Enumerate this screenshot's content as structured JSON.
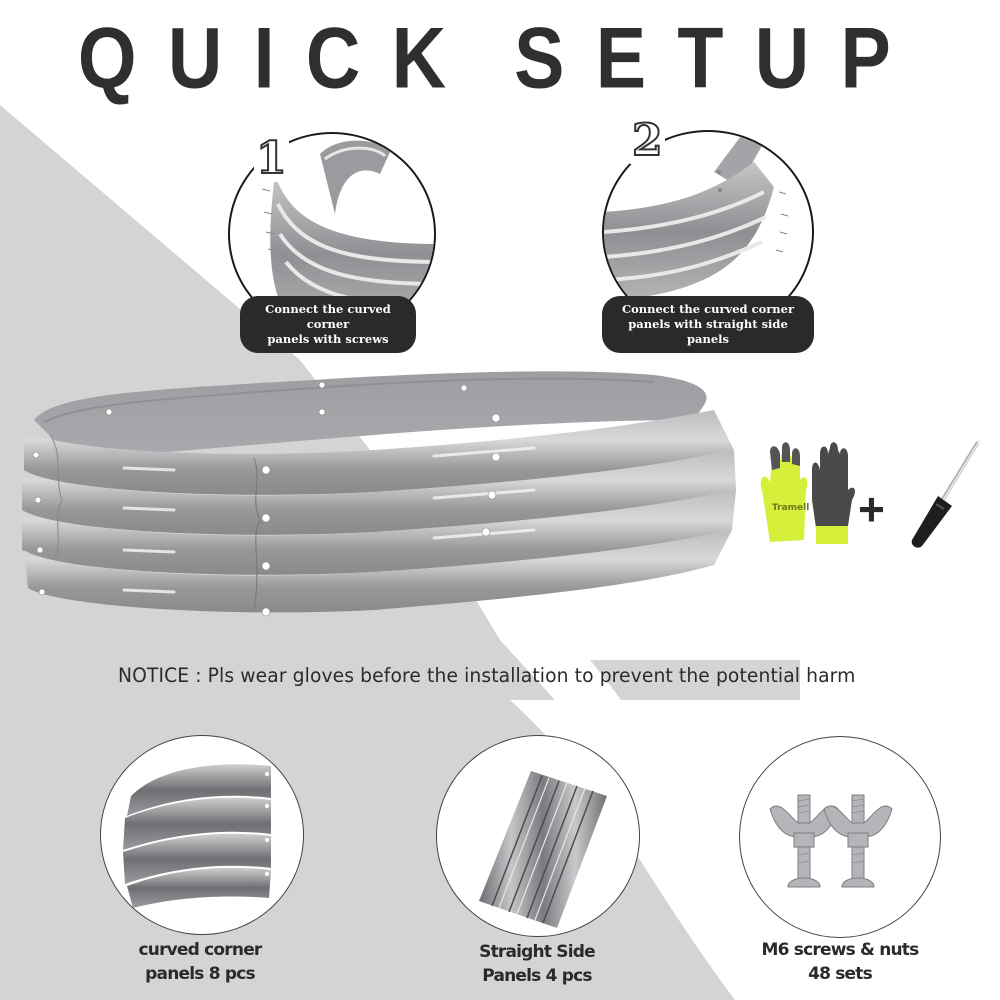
{
  "title": {
    "word1": "QUICK",
    "word2": "SETUP"
  },
  "steps": [
    {
      "number": "1",
      "caption_line1": "Connect the curved corner",
      "caption_line2": "panels with screws"
    },
    {
      "number": "2",
      "caption_line1": "Connect the curved corner",
      "caption_line2": "panels with  straight side panels"
    }
  ],
  "tools": {
    "glove_brand": "Tramell",
    "plus_symbol": "+"
  },
  "notice": {
    "text": "NOTICE :  Pls wear gloves before the installation to prevent the potential harm"
  },
  "parts": [
    {
      "line1": "curved corner",
      "line2": "panels  8 pcs"
    },
    {
      "line1": "Straight Side",
      "line2": "Panels 4 pcs"
    },
    {
      "line1": "M6 screws & nuts",
      "line2": "48  sets"
    }
  ],
  "colors": {
    "background": "#ffffff",
    "wedge": "#d4d4d4",
    "title": "#2f2f2f",
    "caption_bg": "#2a2a2a",
    "metal": "#a9a9ab",
    "glove_green": "#d7f03c"
  }
}
